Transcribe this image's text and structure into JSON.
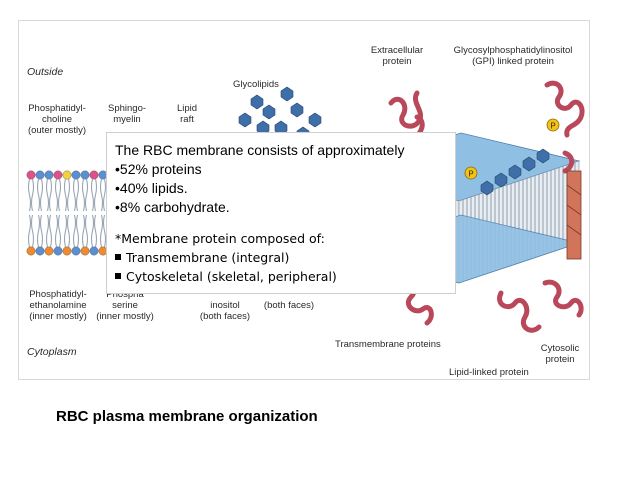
{
  "labels": {
    "outside": "Outside",
    "cytoplasm": "Cytoplasm",
    "phosphatidylcholine": [
      "Phosphatidyl-",
      "choline",
      "(outer mostly)"
    ],
    "sphingomyelin": [
      "Sphingo-",
      "myelin"
    ],
    "lipid_raft": [
      "Lipid",
      "raft"
    ],
    "glycolipids": "Glycolipids",
    "extracellular_protein": [
      "Extracellular",
      "protein"
    ],
    "gpi_protein": [
      "Glycosylphosphatidylinositol",
      "(GPI) linked protein"
    ],
    "phosphatidylethanolamine": [
      "Phosphatidyl-",
      "ethanolamine",
      "(inner mostly)"
    ],
    "phosphatidylserine": [
      "Phospha",
      "serine",
      "(inner mostly)"
    ],
    "phosphatidylinositol": [
      "inositol",
      "(both faces)"
    ],
    "cholesterol": "(both faces)",
    "transmembrane_proteins": "Transmembrane proteins",
    "lipid_linked_protein": "Lipid-linked protein",
    "cytosolic_protein": [
      "Cytosolic",
      "protein"
    ],
    "p_marker": "P"
  },
  "overlay": {
    "heading": "The RBC membrane consists of approximately",
    "items": [
      "•52% proteins",
      "•40% lipids.",
      "•8% carbohydrate."
    ],
    "subheading": "*Membrane protein composed of:",
    "subitems": [
      "Transmembrane (integral)",
      "Cytoskeletal (skeletal, peripheral)"
    ]
  },
  "caption": "RBC plasma membrane organization",
  "colors": {
    "headgroup_blue": "#5b8fd4",
    "headgroup_pink": "#e0508a",
    "headgroup_orange": "#f08a30",
    "headgroup_yellow": "#f2d23a",
    "protein_red": "#b8485a",
    "membrane_blue": "#7fb2dc",
    "glycan_blue": "#3f6fa8"
  }
}
